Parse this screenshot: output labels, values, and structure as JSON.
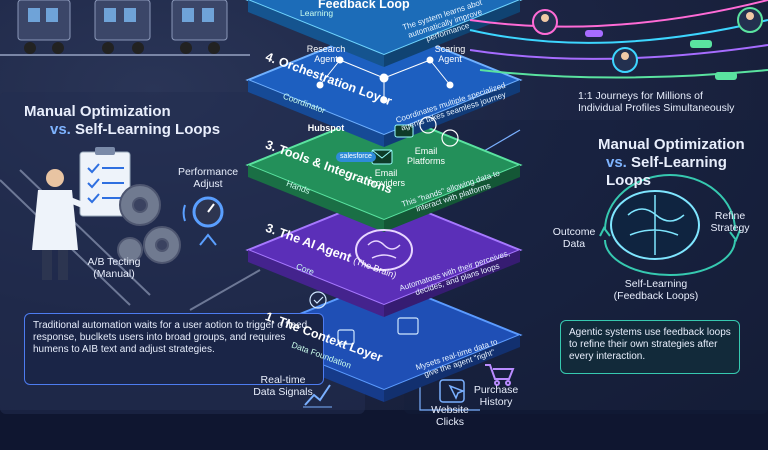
{
  "left": {
    "heading_line1": "Manual Optimization",
    "heading_vs": "vs.",
    "heading_line2": "Self-Learning Loops",
    "performance_label": "Performance\nAdjust",
    "ab_label": "A/B Tecting\n(Manual)",
    "box_text": "Traditional automation waits for a user aotion to trigger o fleed response, buclkets users into broad groups, and requires humens to AIB text and adjust strategies."
  },
  "right": {
    "journeys": "1:1 Journeys for Millions of\nIndividual Profiles Simultaneously",
    "heading_line1": "Manual Optimization",
    "heading_vs": "vs.",
    "heading_line2": "Self-Learning Loops",
    "outcome": "Outcome\nData",
    "refine": "Refine\nStrategy",
    "self_learning": "Self-Learning\n(Feedback Loops)",
    "box_text": "Agentic systems use feedback loops to refine their own strategies after every interaction."
  },
  "layers": {
    "feedback": {
      "label": "Feedback Loop",
      "sub": "Learning",
      "desc": "The system learns abot\nautomatically improve performance"
    },
    "orchestration": {
      "label": "4. Orchestration Loyer",
      "sub": "Coordinator",
      "desc": "Coordinates multiple specialized\nagents takes seamless journey",
      "research": "Research\nAgent",
      "scoring": "Scaring\nAgent"
    },
    "tools": {
      "label": "3. Tools & Integrations",
      "sub": "Hands",
      "desc": "This \"hands\" allowing data to\ninteract with platforms",
      "hubspot": "Hubspot",
      "salesforce": "salesforce",
      "email_providers": "Email\nProviders",
      "email_platforms": "Email\nPlatforms"
    },
    "agent": {
      "label": "3. The AI Agent",
      "sub_inline": "(The Brain)",
      "sub": "Core",
      "desc": "Automatoas with their perceives,\ndecides, and plans loops"
    },
    "context": {
      "label": "1. The Context Loyer",
      "sub": "Data Foundation",
      "desc": "Mysets real-time data to\ngive the agent \"right\""
    }
  },
  "signals": {
    "realtime": "Real-time\nData Signals",
    "purchase": "Purchase\nHistory",
    "website": "Website\nClicks"
  },
  "colors": {
    "blue": "#2e6fe0",
    "green": "#2fbf7a",
    "purple": "#6a3fd1",
    "teal": "#36c9b0"
  }
}
